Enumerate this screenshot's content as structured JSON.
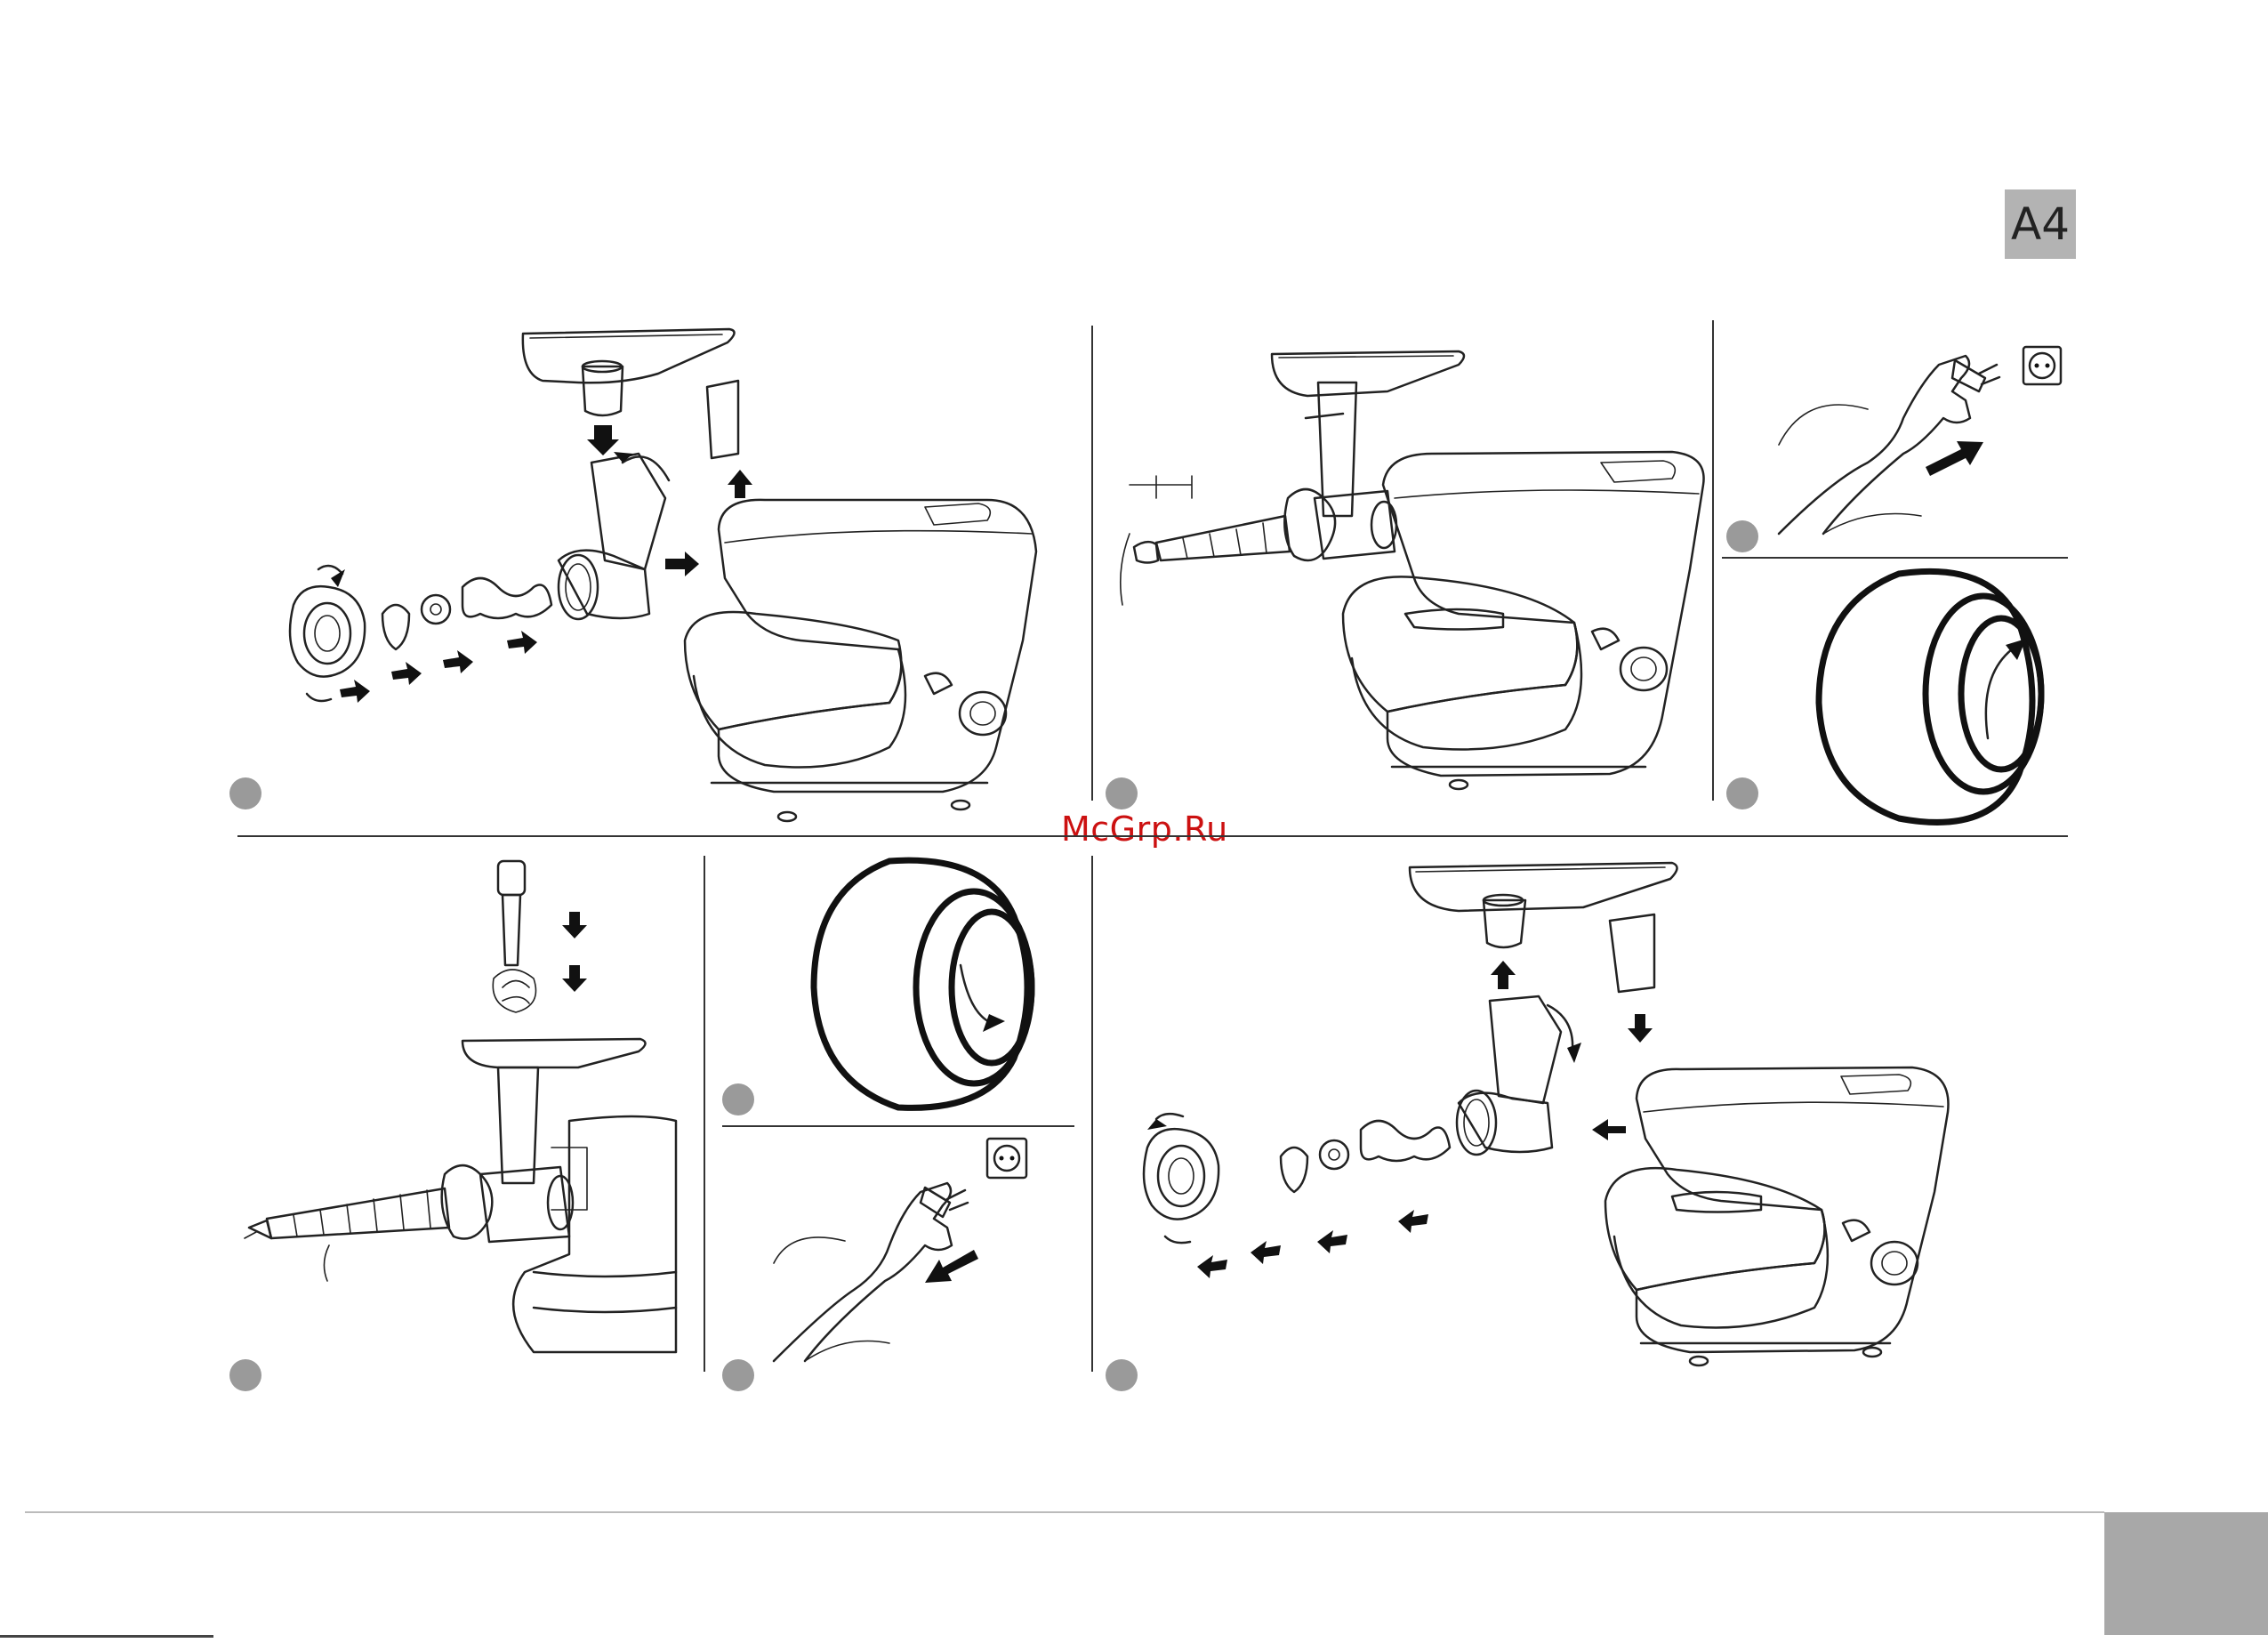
{
  "page": {
    "section_label": "A4",
    "watermark": "McGrp.Ru"
  },
  "steps": [
    {
      "panel": "assembly-meat-grinder"
    },
    {
      "panel": "attach-sausage-nozzle"
    },
    {
      "panel": "plug-in-power"
    },
    {
      "panel": "turn-speed-dial-clockwise"
    },
    {
      "panel": "push-meat-with-pusher"
    },
    {
      "panel": "turn-speed-dial-counterclockwise"
    },
    {
      "panel": "unplug-power"
    },
    {
      "panel": "disassembly-meat-grinder"
    }
  ],
  "colors": {
    "label_bg": "#b3b3b3",
    "step_dot": "#9a9a9a",
    "watermark": "#cc1111",
    "line": "#222222"
  }
}
